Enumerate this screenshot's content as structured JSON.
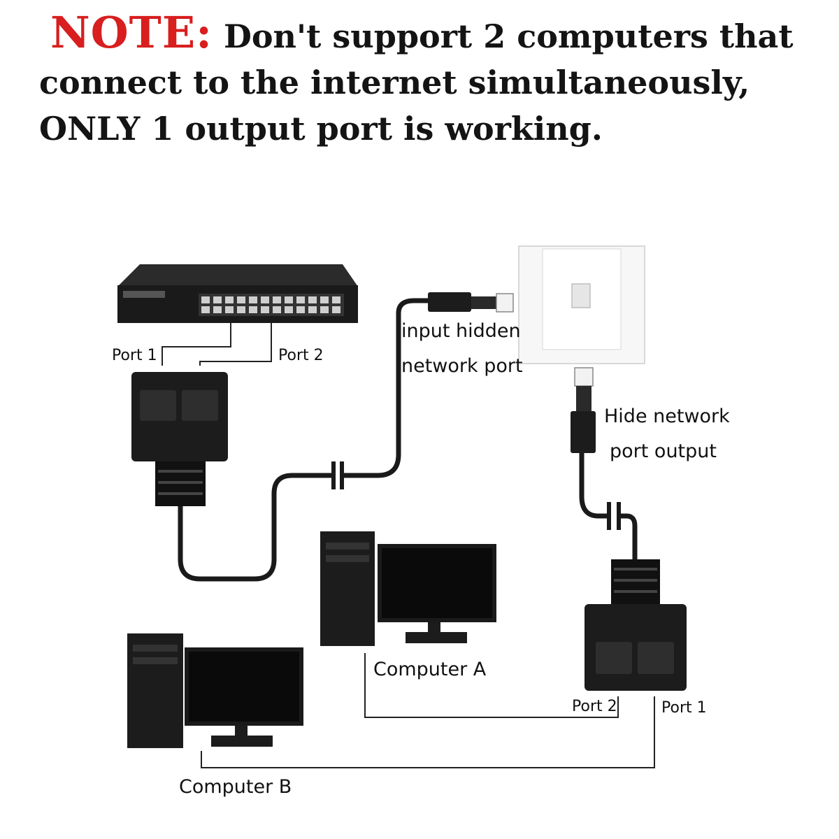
{
  "note": {
    "lead": "NOTE:",
    "line1": "Don't support 2 computers that",
    "line2": "connect to the internet simultaneously,",
    "line3": "ONLY 1 output port is working."
  },
  "labels": {
    "switch_port1": "Port 1",
    "switch_port2": "Port 2",
    "input_line1": "input hidden",
    "input_line2": "network port",
    "output_line1": "Hide network",
    "output_line2": "port output",
    "computer_a": "Computer A",
    "computer_b": "Computer B",
    "splitter_port2": "Port 2",
    "splitter_port1": "Port 1"
  },
  "colors": {
    "note_accent": "#d81e1e",
    "text": "#141414",
    "device": "#1c1c1c",
    "line": "#222222"
  }
}
